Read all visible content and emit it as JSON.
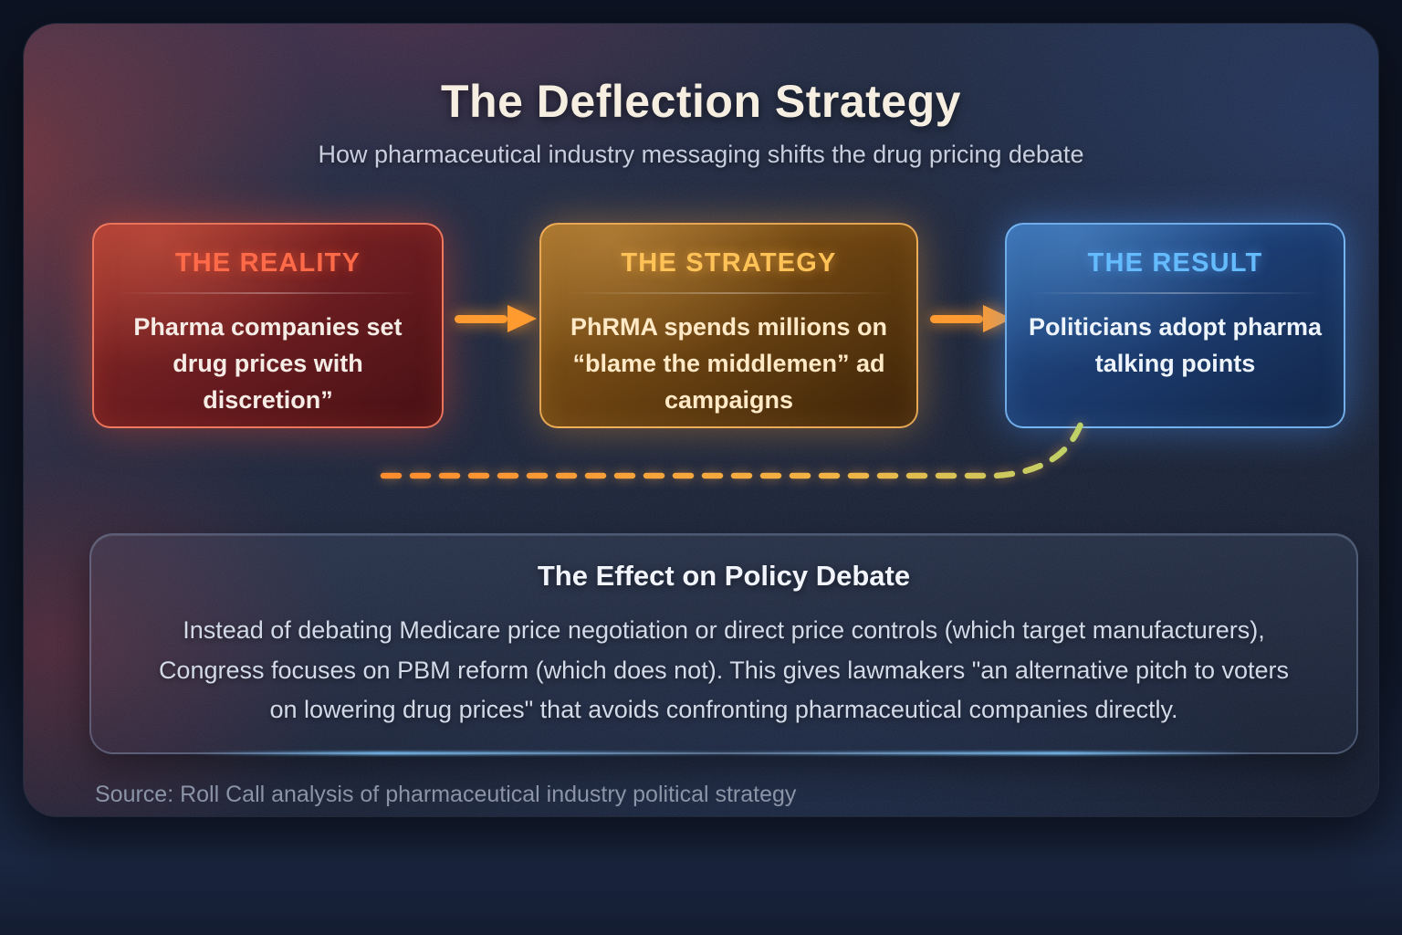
{
  "header": {
    "title": "The Deflection Strategy",
    "subtitle": "How pharmaceutical industry messaging shifts the drug pricing debate"
  },
  "cards": [
    {
      "label": "THE REALITY",
      "text": "Pharma companies set drug prices with discretion”"
    },
    {
      "label": "THE STRATEGY",
      "text": "PhRMA spends millions on “blame the middlemen” ad campaigns"
    },
    {
      "label": "THE RESULT",
      "text": "Politicians adopt pharma talking points"
    }
  ],
  "effect": {
    "title": "The Effect on Policy Debate",
    "body": "Instead of debating Medicare price negotiation or direct price controls (which target manufacturers), Congress focuses on PBM reform (which does not). This gives lawmakers \"an alternative pitch to voters on lowering drug prices\" that avoids confronting pharmaceutical companies directly."
  },
  "source": "Source: Roll Call analysis of pharmaceutical industry political strategy",
  "colors": {
    "reality_accent": "#ff6a48",
    "strategy_accent": "#ffc257",
    "result_accent": "#64bcff",
    "arrow": "#ff9b30"
  }
}
